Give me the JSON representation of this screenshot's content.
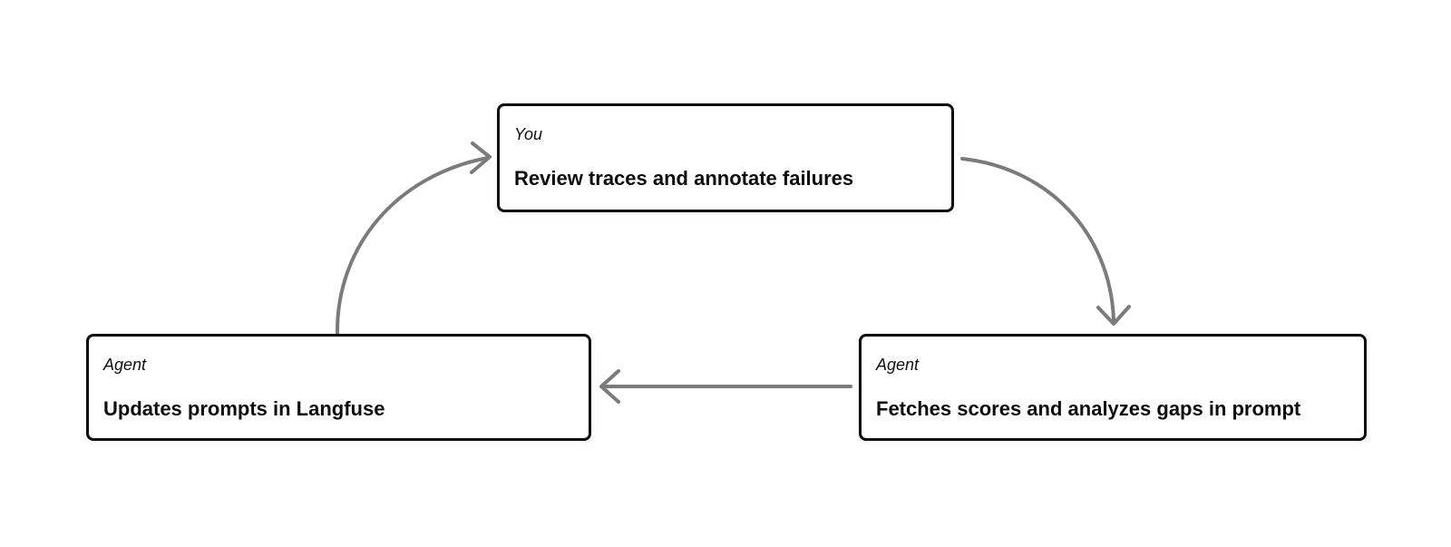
{
  "diagram": {
    "nodes": [
      {
        "role": "You",
        "title": "Review traces and annotate failures"
      },
      {
        "role": "Agent",
        "title": "Updates prompts in Langfuse"
      },
      {
        "role": "Agent",
        "title": "Fetches scores and analyzes gaps in prompt"
      }
    ],
    "edges": [
      {
        "from": "Updates prompts in Langfuse",
        "to": "Review traces and annotate failures"
      },
      {
        "from": "Review traces and annotate failures",
        "to": "Fetches scores and analyzes gaps in prompt"
      },
      {
        "from": "Fetches scores and analyzes gaps in prompt",
        "to": "Updates prompts in Langfuse"
      }
    ],
    "colors": {
      "arrow": "#7b7b7b",
      "node_border": "#0d0d0d",
      "node_background": "#ffffff",
      "page_background": "#ffffff",
      "text": "#111111"
    }
  }
}
